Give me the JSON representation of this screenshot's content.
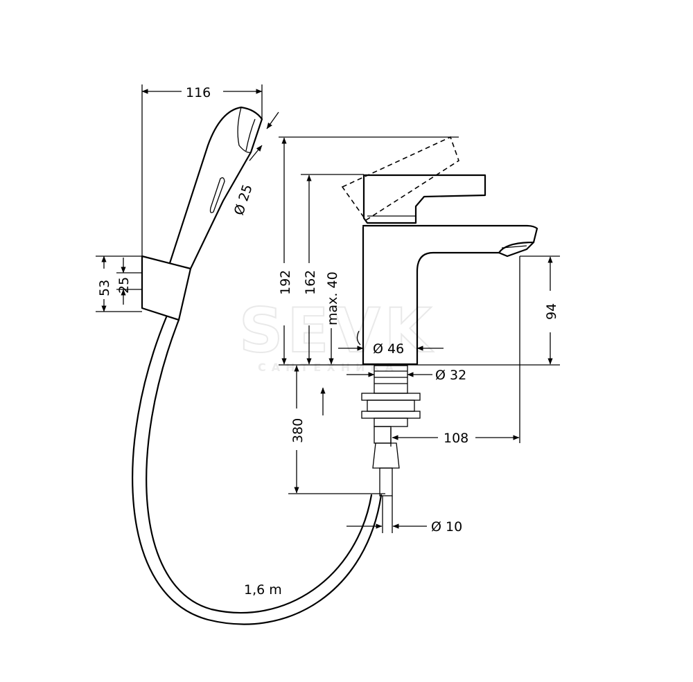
{
  "diagram": {
    "watermark": {
      "brand": "SEVK",
      "subtext": "САНТЕХНИКА"
    },
    "dimensions": {
      "shower_width": "116",
      "shower_head_dia": "Ø 25",
      "holder_height": "53",
      "holder_inner": "25",
      "height_total": "192",
      "height_body": "162",
      "max_thickness": "max. 40",
      "body_dia": "Ø 46",
      "spout_height": "94",
      "thread_dia": "Ø 32",
      "shank_length": "380",
      "spout_reach": "108",
      "hose_connector_dia": "Ø 10",
      "hose_length": "1,6 m"
    }
  }
}
